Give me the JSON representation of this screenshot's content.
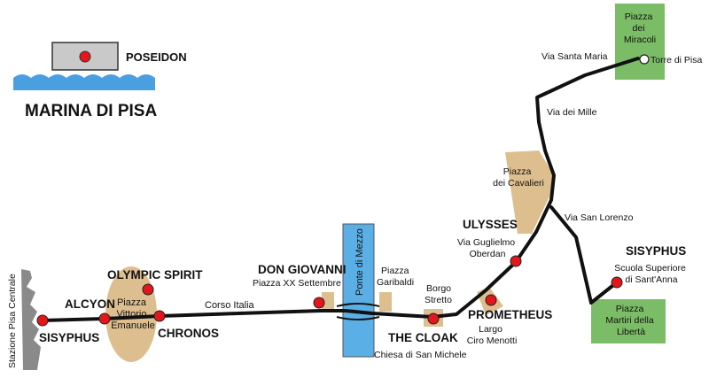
{
  "map": {
    "title": "MARINA DI PISA",
    "colors": {
      "route": "#111111",
      "stop_marker": "#e3161b",
      "piazza_fill": "#ddbf8f",
      "park_fill": "#7bbd66",
      "river": "#5ab0e6",
      "sea": "#4a9fe0",
      "poseidon_box": "#c9c9c9"
    },
    "poseidon": {
      "label": "POSEIDON"
    },
    "stations": {
      "sisyphus_west": "SISYPHUS",
      "alcyon": "ALCYON",
      "olympic_spirit": "OLYMPIC SPIRIT",
      "chronos": "CHRONOS",
      "don_giovanni": {
        "name": "DON GIOVANNI",
        "place": "Piazza XX Settembre"
      },
      "the_cloak": {
        "name": "THE CLOAK",
        "place": "Chiesa di San Michele"
      },
      "prometheus": {
        "name": "PROMETHEUS",
        "place_line1": "Largo",
        "place_line2": "Ciro Menotti"
      },
      "ulysses": {
        "name": "ULYSSES",
        "place_line1": "Via Guglielmo",
        "place_line2": "Oberdan"
      },
      "sisyphus_east": {
        "name": "SISYPHUS",
        "place_line1": "Scuola Superiore",
        "place_line2": "di Sant'Anna"
      }
    },
    "places": {
      "stazione": "Stazione Pisa Centrale",
      "piazza_vittorio": [
        "Piazza",
        "Vittorio",
        "Emanuele"
      ],
      "corso_italia": "Corso Italia",
      "ponte_di_mezzo": "Ponte di Mezzo",
      "piazza_garibaldi": [
        "Piazza",
        "Garibaldi"
      ],
      "borgo_stretto": [
        "Borgo",
        "Stretto"
      ],
      "piazza_cavalieri": [
        "Piazza",
        "dei Cavalieri"
      ],
      "via_san_lorenzo": "Via San Lorenzo",
      "via_dei_mille": "Via dei Mille",
      "via_santa_maria": "Via Santa Maria",
      "piazza_miracoli": [
        "Piazza",
        "dei",
        "Miracoli"
      ],
      "torre_di_pisa": "Torre di Pisa",
      "piazza_martiri": [
        "Piazza",
        "Martiri della",
        "Libertà"
      ]
    }
  }
}
